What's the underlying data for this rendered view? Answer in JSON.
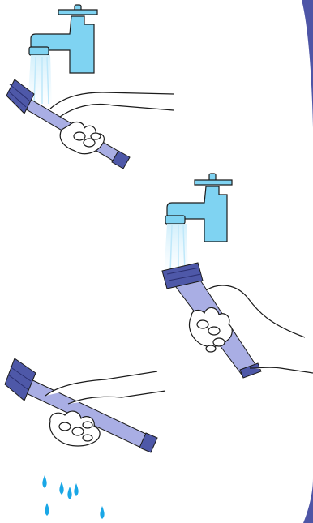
{
  "steps": [
    {
      "name": "rinse-under-tap-step",
      "icon": "faucet-icon",
      "action": "rinse"
    },
    {
      "name": "rinse-inverted-under-tap-step",
      "icon": "faucet-icon",
      "action": "rinse"
    },
    {
      "name": "shake-dry-step",
      "icon": "water-drops-icon",
      "action": "shake"
    }
  ],
  "colors": {
    "faucet": "#7fd3f2",
    "water": "#dff3fb",
    "filter_body": "#a9aee4",
    "filter_cap": "#4e58a8",
    "drops": "#1aa7e6",
    "outline": "#1b1b1b",
    "accent_border": "#4e55a6"
  }
}
